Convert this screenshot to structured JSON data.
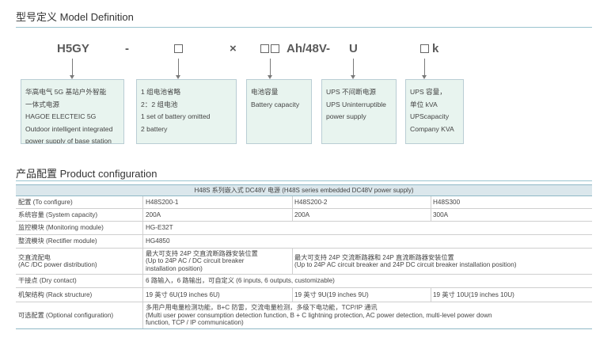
{
  "model_section": {
    "title": "型号定义 Model Definition",
    "code_parts": {
      "base": "H5GY",
      "dash1": "-",
      "times": "×",
      "voltage": "Ah/48V-",
      "ups_letter": "U",
      "kva_letter": "k"
    },
    "boxes": [
      {
        "lines": [
          "华高电气 5G 基站户外智能",
          "一体式电源",
          "HAGOE ELECTEIC 5G",
          "Outdoor intelligent integrated",
          "power supply of base station"
        ]
      },
      {
        "lines": [
          "1 组电池省略",
          "2：2 组电池",
          "1 set of battery omitted",
          "2 battery"
        ]
      },
      {
        "lines": [
          "电池容量",
          "Battery capacity"
        ]
      },
      {
        "lines": [
          "UPS 不间断电源",
          "UPS Uninterruptible",
          "power supply"
        ]
      },
      {
        "lines": [
          "UPS 容量，",
          "单位 kVA",
          "UPScapacity",
          "Company KVA"
        ]
      }
    ]
  },
  "product_section": {
    "title": "产品配置 Product configuration",
    "table_title": "H48S 系列嵌入式 DC48V 电源 (H48S series embedded DC48V power supply)",
    "rows": {
      "configure": {
        "label": "配置 (To configure)",
        "v1": "H48S200-1",
        "v2": "H48S200-2",
        "v3": "H48S300"
      },
      "capacity": {
        "label": "系统容量 (System capacity)",
        "v1": "200A",
        "v2": "200A",
        "v3": "300A"
      },
      "monitoring": {
        "label": "监控模块 (Monitoring module)",
        "v": "HG-E32T"
      },
      "rectifier": {
        "label": "整流模块 (Rectifier module)",
        "v": "HG4850"
      },
      "distribution": {
        "label1": "交直流配电",
        "label2": "(AC /DC power distribution)",
        "v1_lines": [
          "最大可支持 24P 交直流断路器安装位置",
          "(Up to 24P AC / DC circuit breaker",
          "installation position)"
        ],
        "v2_lines": [
          "最大可支持 24P 交流断路器和 24P 直流断路器安装位置",
          "(Up to 24P AC circuit breaker and 24P DC circuit breaker installation position)"
        ]
      },
      "dry_contact": {
        "label": "干接点 (Dry contact)",
        "v": "6 路输入，6 路输出，可自定义 (6 inputs, 6 outputs, customizable)"
      },
      "rack": {
        "label": "机架结构 (Rack structure)",
        "v1": "19 英寸 6U(19 inches 6U)",
        "v2": "19 英寸 9U(19 inches 9U)",
        "v3": "19 英寸 10U(19 inches 10U)"
      },
      "optional": {
        "label": "可选配置 (Optional configuration)",
        "v_lines": [
          "多用户用电量检测功能，B+C 防雷，交流电量检测，多级下电功能，TCP/IP 通讯",
          "(Multi user power consumption detection function, B + C lightning protection, AC power detection, multi-level power down",
          "function, TCP / IP communication)"
        ]
      }
    }
  }
}
